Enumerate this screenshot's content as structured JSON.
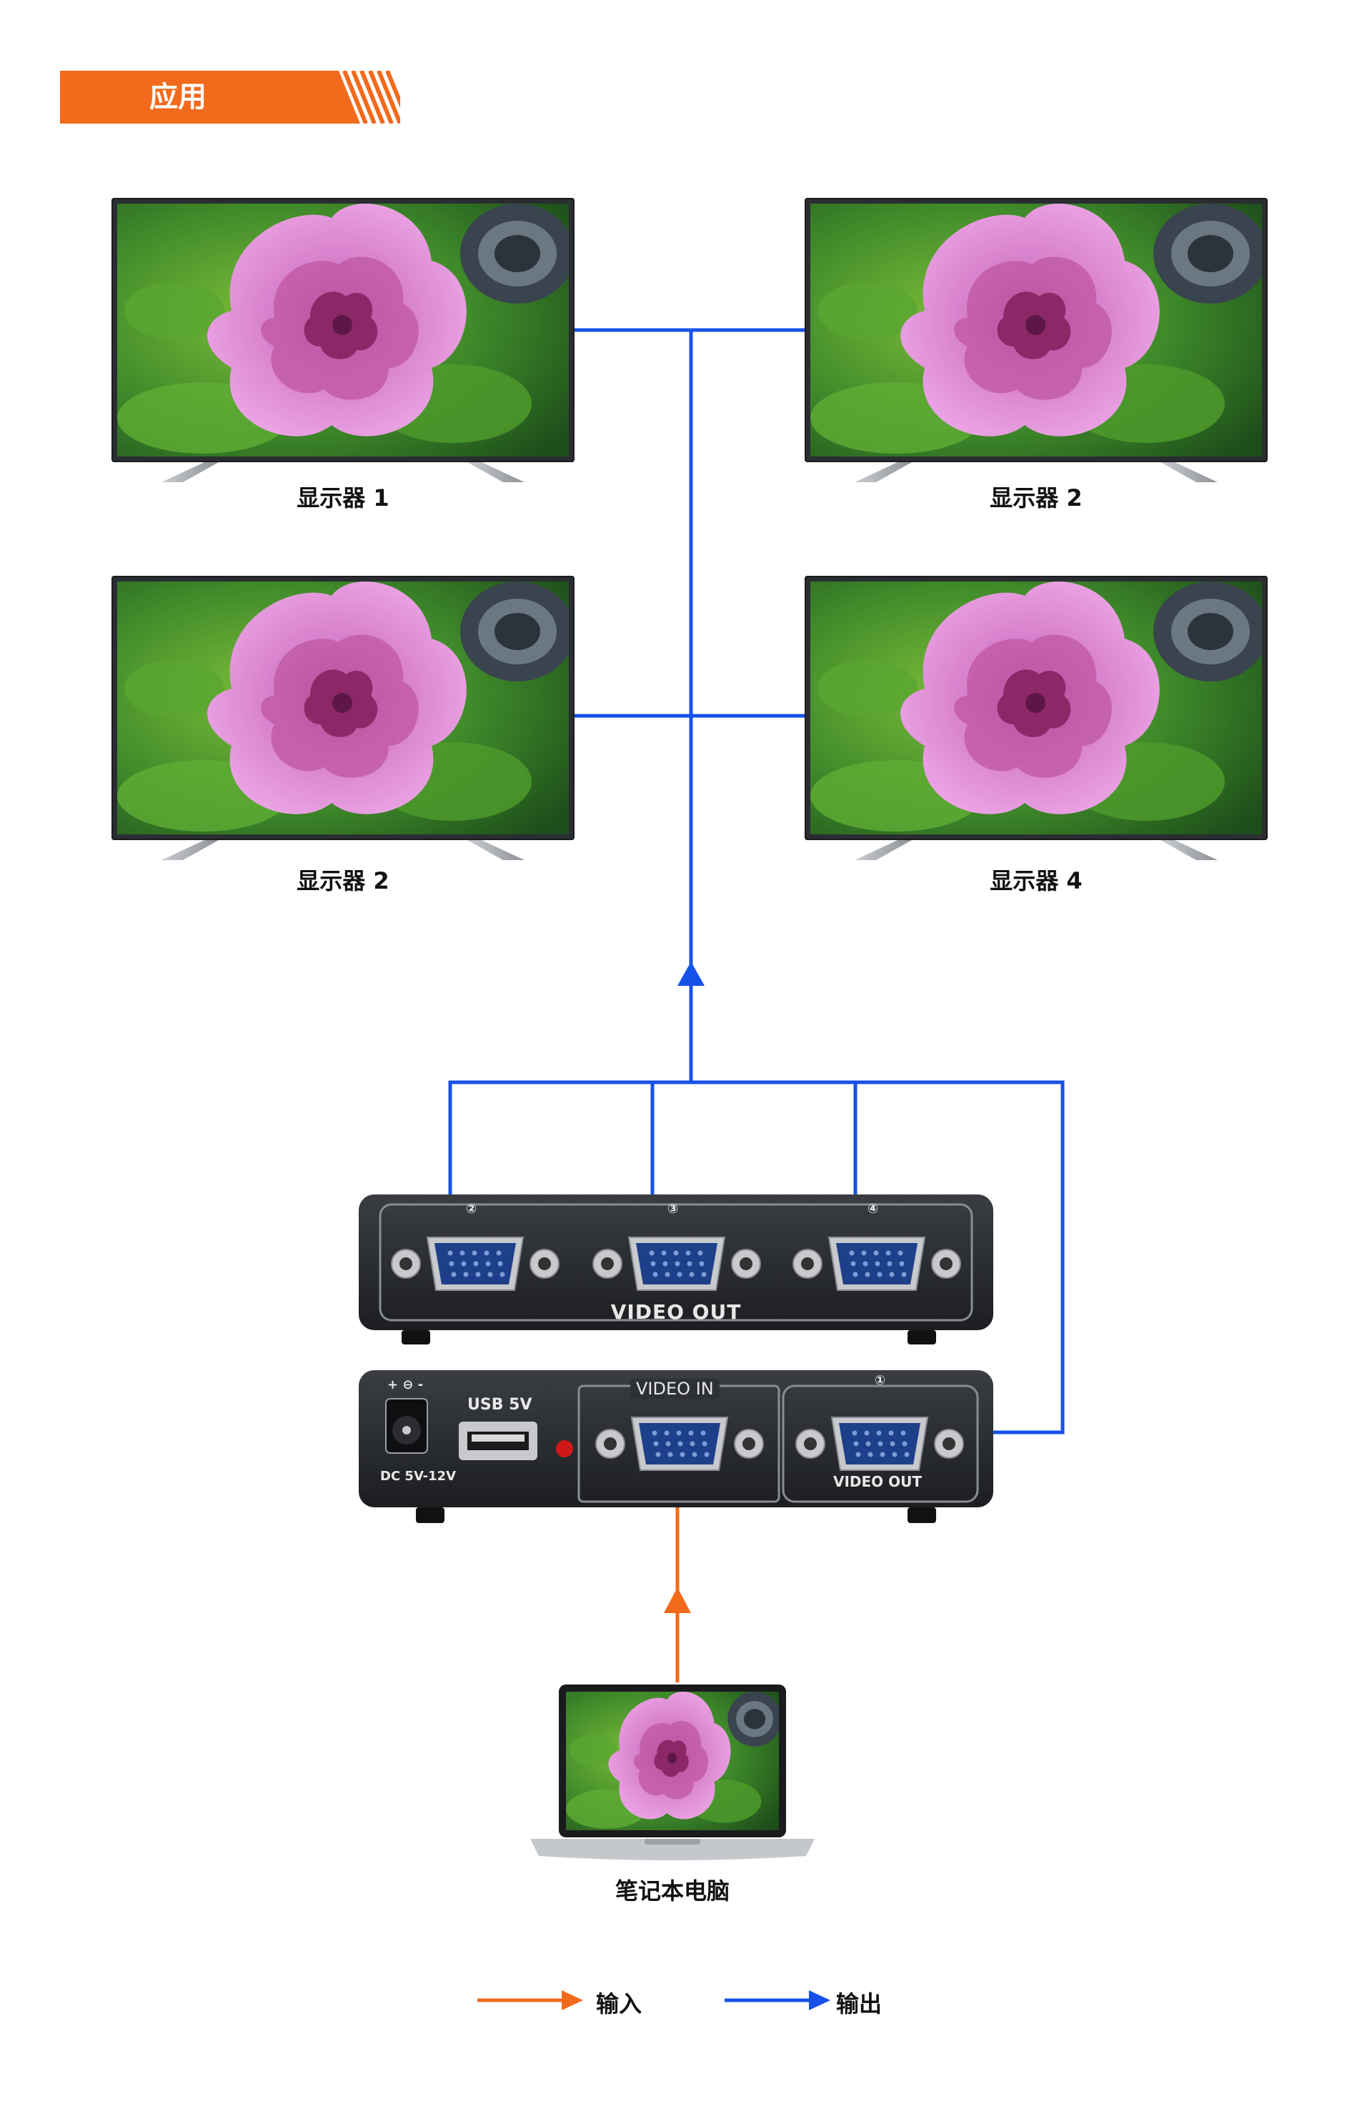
{
  "header": {
    "title": "应用",
    "accent": "#f26a1b"
  },
  "monitors": [
    {
      "label": "显示器 1"
    },
    {
      "label": "显示器 2"
    },
    {
      "label": "显示器 2"
    },
    {
      "label": "显示器 4"
    }
  ],
  "splitter": {
    "output_ports": [
      "②",
      "③",
      "④"
    ],
    "output_panel_label": "VIDEO OUT",
    "power_label": "DC 5V-12V",
    "power_symbol": "+ ⊖ -",
    "usb_label": "USB 5V",
    "input_label": "VIDEO IN",
    "port1_number": "①",
    "port1_label": "VIDEO OUT"
  },
  "laptop": {
    "label": "笔记本电脑"
  },
  "legend": {
    "input_label": "输入",
    "input_color": "#f26a1b",
    "output_label": "输出",
    "output_color": "#1652e8"
  },
  "colors": {
    "wire_output": "#1652e8",
    "wire_input": "#f26a1b"
  }
}
